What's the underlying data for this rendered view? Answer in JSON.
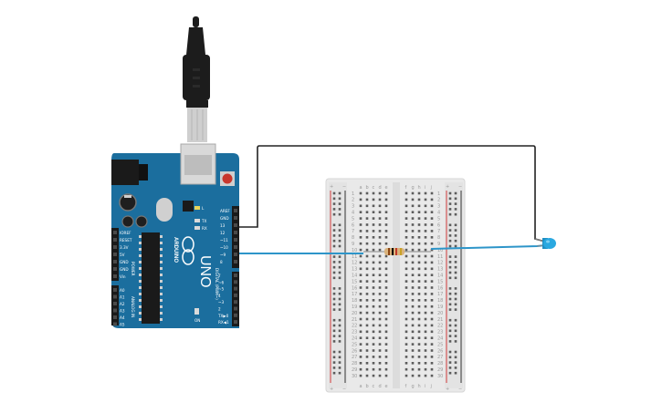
{
  "canvas": {
    "background": "#ffffff"
  },
  "usb_cable": {
    "color": "#1c1c1c",
    "connector_metal": "#cfcfcf"
  },
  "arduino": {
    "board_color": "#1b6e9e",
    "logo_text": "UNO",
    "brand_text": "ARDUINO",
    "header_left_labels": [
      "IOREF",
      "RESET",
      "3.3V",
      "5V",
      "GND",
      "GND",
      "Vin"
    ],
    "analog_labels": [
      "A0",
      "A1",
      "A2",
      "A3",
      "A4",
      "A5"
    ],
    "power_label": "POWER",
    "analog_in_label": "ANALOG IN",
    "digital_label": "DIGITAL (PWM~)",
    "top_header_labels": [
      "AREF",
      "GND",
      "13",
      "12",
      "~11",
      "~10",
      "~9",
      "8"
    ],
    "bottom_header_labels": [
      "7",
      "~6",
      "~5",
      "4",
      "~3",
      "2",
      "TX▶0",
      "RX◀1"
    ],
    "tx_label": "TX",
    "rx_label": "RX",
    "l_label": "L",
    "on_label": "ON",
    "reset_button_color": "#c8372d"
  },
  "breadboard": {
    "body_color": "#e9e9e9",
    "column_letters_left": [
      "a",
      "b",
      "c",
      "d",
      "e"
    ],
    "column_letters_right": [
      "f",
      "g",
      "h",
      "i",
      "j"
    ],
    "rows": 30,
    "rail_plus": "+",
    "rail_minus": "−",
    "rail_red": "#d23b3b",
    "rail_black": "#333333"
  },
  "components": {
    "resistor": {
      "body_color": "#d9b27c",
      "bands": [
        "#8b4513",
        "#000000",
        "#c0392b",
        "#c9a227"
      ]
    },
    "led": {
      "color": "#2aa8e0"
    }
  },
  "wires": {
    "signal_wire_color": "#2d95c9",
    "ground_wire_color": "#222222"
  }
}
